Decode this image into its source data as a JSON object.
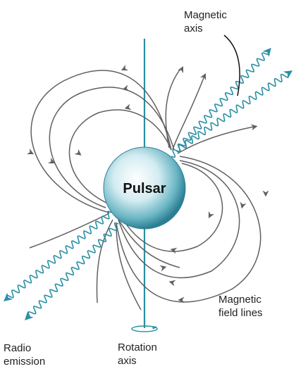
{
  "labels": {
    "pulsar": "Pulsar",
    "magnetic_axis": [
      "Magnetic",
      "axis"
    ],
    "magnetic_field_lines": [
      "Magnetic",
      "field lines"
    ],
    "radio_emission": [
      "Radio",
      "emission"
    ],
    "rotation_axis": [
      "Rotation",
      "axis"
    ]
  },
  "colors": {
    "field_lines": "#606060",
    "rotation_axis": "#2a8fa3",
    "radio_waves": "#2a8fa3",
    "pulsar_core": "#ffffff",
    "pulsar_edge": "#2c7f93",
    "text": "#222222"
  },
  "icons": {
    "rotation_direction": "circular-arrow-icon",
    "wave_arrowheads": "arrowhead-icon",
    "field_line_arrows": "chevron-arrow-icon"
  }
}
